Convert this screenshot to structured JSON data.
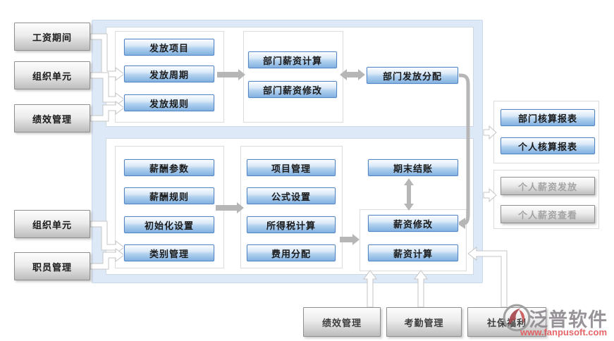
{
  "diagram": {
    "left_inputs": [
      "工资期间",
      "组织单元",
      "绩效管理",
      "组织单元",
      "职员管理"
    ],
    "dept_salary": {
      "setup": [
        "发放项目",
        "发放周期",
        "发放规则"
      ],
      "process": [
        "部门薪资计算",
        "部门薪资修改"
      ],
      "distribution": "部门发放分配"
    },
    "personal_salary": {
      "setup": [
        "薪酬参数",
        "薪酬规则",
        "初始化设置",
        "类别管理"
      ],
      "config": [
        "项目管理",
        "公式设置",
        "所得税计算",
        "费用分配"
      ],
      "closing": "期末结账",
      "modify": "薪资修改",
      "calculate": "薪资计算"
    },
    "reports": [
      "部门核算报表",
      "个人核算报表"
    ],
    "personal_views": [
      "个人薪资发放",
      "个人薪资查看"
    ],
    "bottom_inputs": [
      "绩效管理",
      "考勤管理",
      "社保福利"
    ]
  },
  "watermark": {
    "brand": "泛普软件",
    "url": "www.fanpusoft.com"
  },
  "colors": {
    "node_blue_bottom": "#82b1e1",
    "node_blue_border": "#5585c2",
    "container_blue": "#dde9f6",
    "connector_gray": "#b6b6b6",
    "watermark_red": "#e4595c",
    "watermark_gray": "#8f8a90"
  }
}
